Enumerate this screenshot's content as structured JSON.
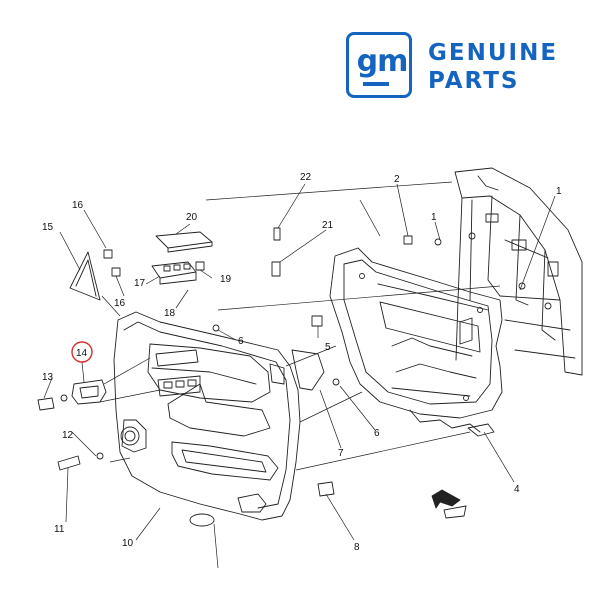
{
  "brand": {
    "logo_text": "gm",
    "line1": "GENUINE",
    "line2": "PARTS",
    "color": "#1565c0"
  },
  "diagram": {
    "highlight_color": "#d32f2f",
    "highlighted_callout": "14",
    "callouts": [
      "1",
      "1",
      "2",
      "4",
      "5",
      "6",
      "6",
      "7",
      "8",
      "10",
      "11",
      "12",
      "13",
      "14",
      "15",
      "16",
      "16",
      "17",
      "18",
      "19",
      "20",
      "21",
      "22"
    ]
  }
}
